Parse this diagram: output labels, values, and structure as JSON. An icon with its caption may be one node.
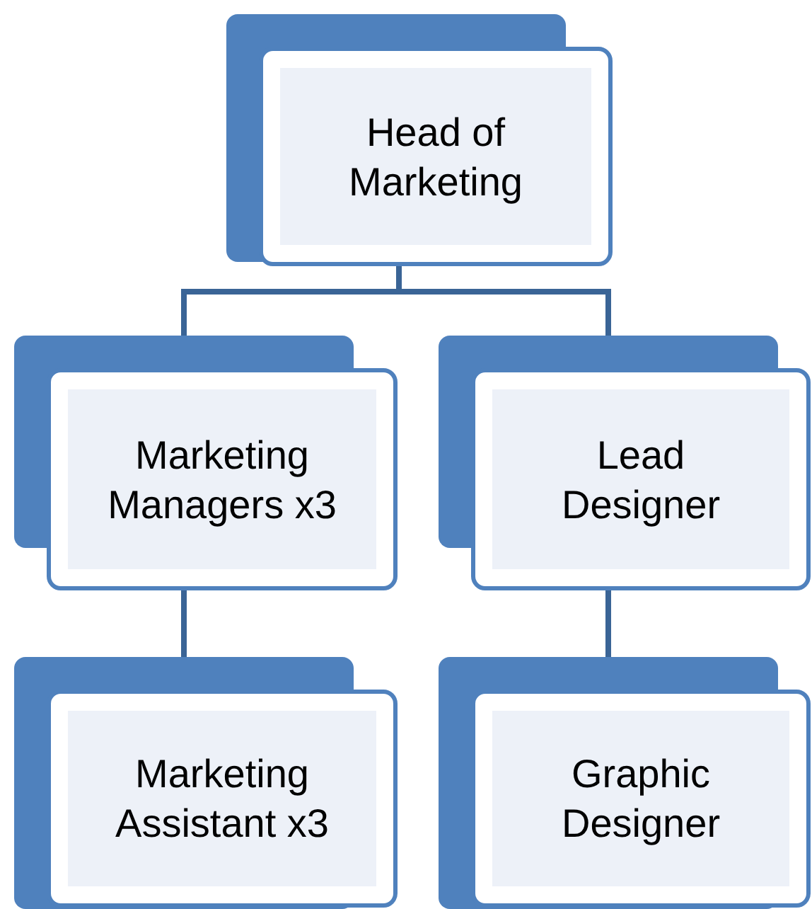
{
  "diagram": {
    "nodes": [
      {
        "text": [
          "Head of Marketing"
        ]
      },
      {
        "text": [
          "Marketing Managers x3"
        ]
      },
      {
        "text": [
          "Lead Designer"
        ]
      },
      {
        "text": [
          "Marketing Assistant x3"
        ]
      },
      {
        "text": [
          "Graphic Designer"
        ]
      }
    ],
    "edges": [
      {
        "from": 0,
        "to": 1,
        "arrow": "none"
      },
      {
        "from": 0,
        "to": 2,
        "arrow": "none"
      },
      {
        "from": 1,
        "to": 3,
        "arrow": "none"
      },
      {
        "from": 2,
        "to": 4,
        "arrow": "none"
      }
    ]
  }
}
